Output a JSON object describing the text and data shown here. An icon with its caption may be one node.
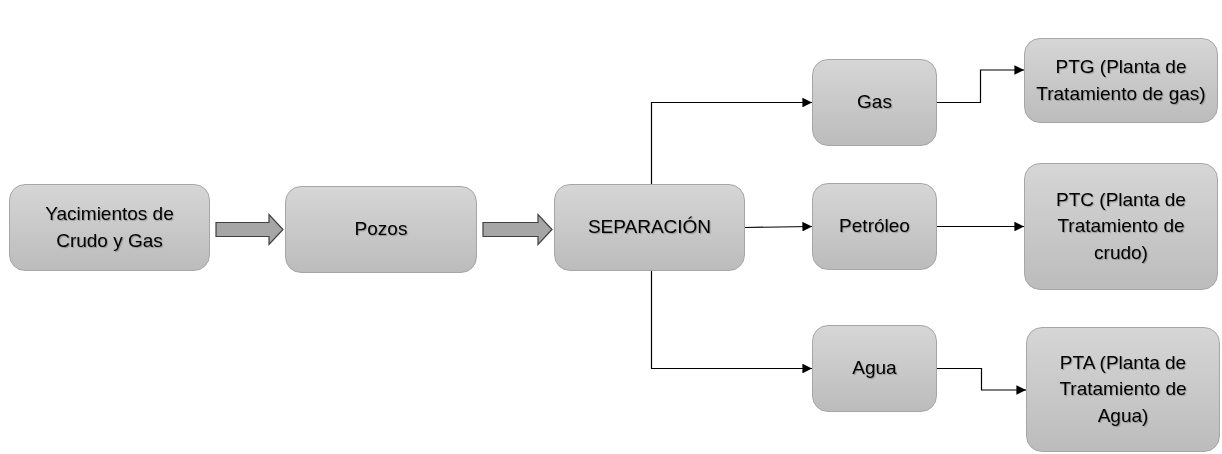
{
  "diagram": {
    "nodes": [
      {
        "text": [
          "Yacimientos de Crudo y Gas"
        ]
      },
      {
        "text": [
          "Pozos"
        ]
      },
      {
        "text": [
          "SEPARACIÓN"
        ]
      },
      {
        "text": [
          "Gas"
        ]
      },
      {
        "text": [
          "Petróleo"
        ]
      },
      {
        "text": [
          "Agua"
        ]
      },
      {
        "text": [
          "PTG (Planta de Tratamiento de gas)"
        ]
      },
      {
        "text": [
          "PTC (Planta de Tratamiento de crudo)"
        ]
      },
      {
        "text": [
          "PTA (Planta de Tratamiento de Agua)"
        ]
      }
    ],
    "edges": [
      {
        "from": 0,
        "to": 1,
        "arrow": "to",
        "style": "thick"
      },
      {
        "from": 1,
        "to": 2,
        "arrow": "to",
        "style": "thick"
      },
      {
        "from": 2,
        "to": 3,
        "arrow": "to"
      },
      {
        "from": 2,
        "to": 4,
        "arrow": "to"
      },
      {
        "from": 2,
        "to": 5,
        "arrow": "to"
      },
      {
        "from": 3,
        "to": 6,
        "arrow": "to"
      },
      {
        "from": 4,
        "to": 7,
        "arrow": "to"
      },
      {
        "from": 5,
        "to": 8,
        "arrow": "to"
      }
    ]
  }
}
